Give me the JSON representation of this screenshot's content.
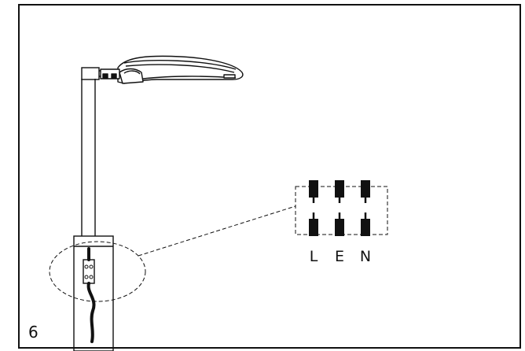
{
  "diagram": {
    "step_number": "6",
    "terminal_labels": [
      "L",
      "E",
      "N"
    ],
    "colors": {
      "line": "#111111",
      "background": "#ffffff"
    }
  }
}
